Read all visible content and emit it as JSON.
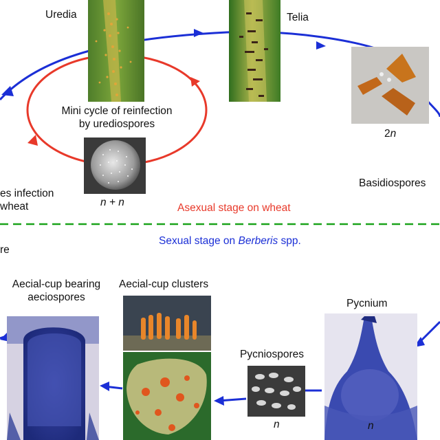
{
  "labels": {
    "uredia": "Uredia",
    "telia": "Telia",
    "mini_cycle_line1": "Mini cycle of reinfection",
    "mini_cycle_line2": "by urediospores",
    "ploidy_urediospore": "n + n",
    "ploidy_basidio": "2n",
    "ploidy_basidio_base": "2",
    "ploidy_basidio_var": "n",
    "basidiospores": "Basidiospores",
    "infection_line1": "es infection",
    "infection_line2": "wheat",
    "asexual_stage": "Asexual stage on wheat",
    "sexual_stage_prefix": "Sexual stage on ",
    "sexual_stage_genus": "Berberis",
    "sexual_stage_suffix": " spp.",
    "left_cut": "re",
    "aecial_cup_bearing_line1": "Aecial-cup bearing",
    "aecial_cup_bearing_line2": "aeciospores",
    "aecial_cup_clusters": "Aecial-cup clusters",
    "pycnium": "Pycnium",
    "pycniospores": "Pycniospores",
    "ploidy_pycniospore": "n",
    "ploidy_pycnium": "n"
  },
  "colors": {
    "cycle_blue": "#1b2fd6",
    "mini_cycle_red": "#e8392a",
    "divider_green": "#1aa31a"
  }
}
